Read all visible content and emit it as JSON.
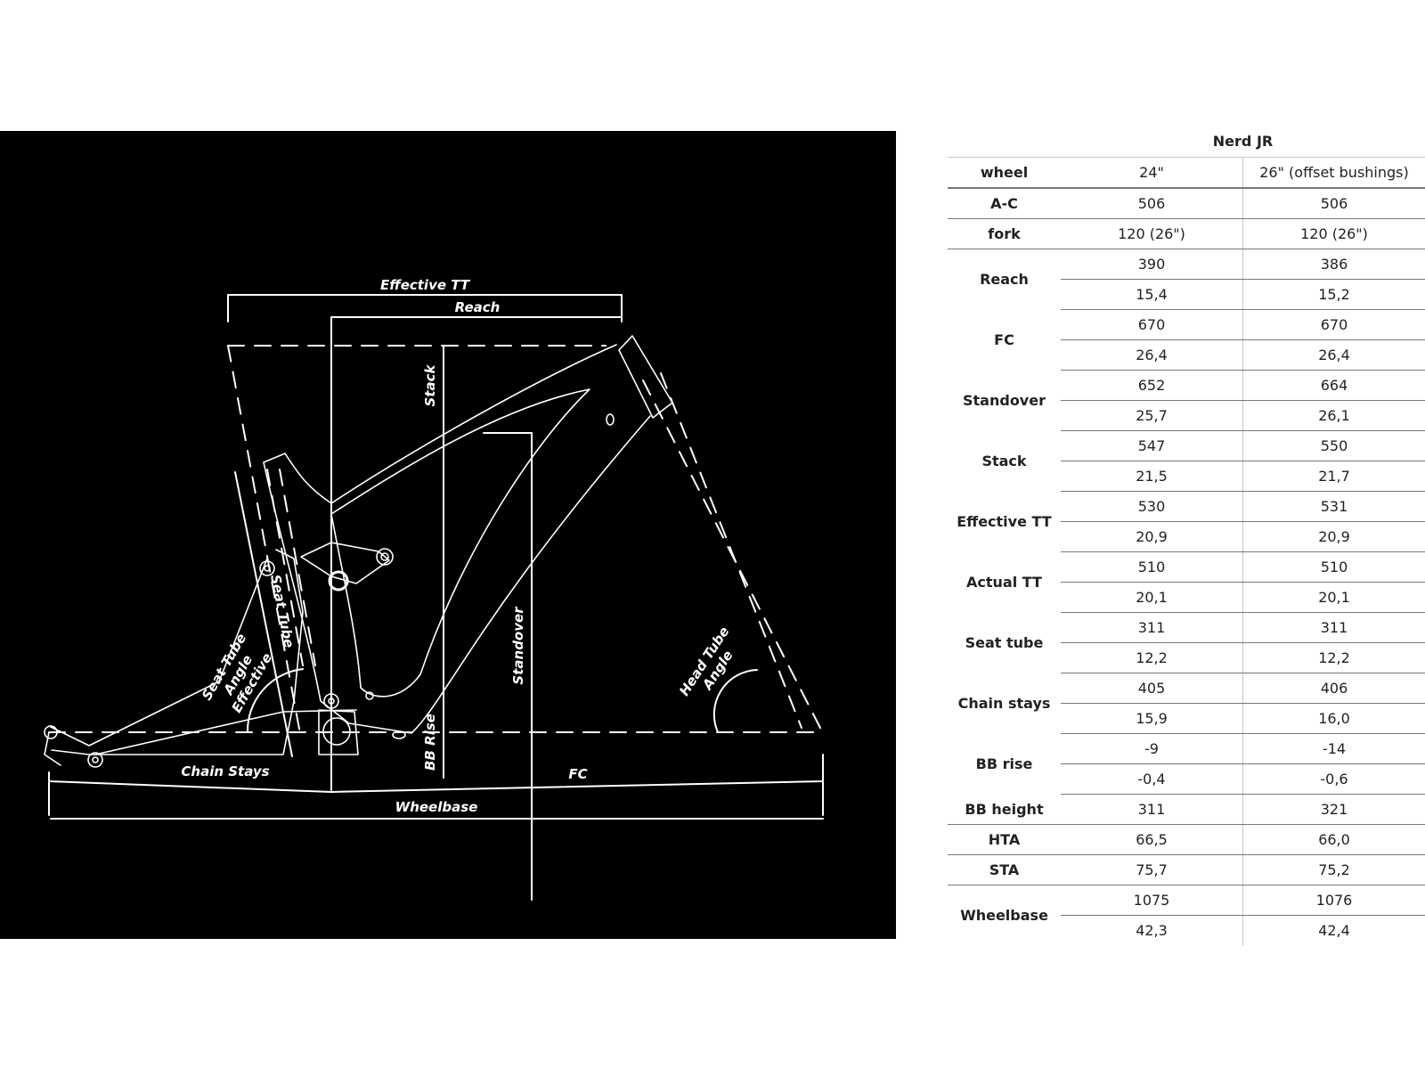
{
  "diagram": {
    "labels": {
      "effective_tt": "Effective TT",
      "reach": "Reach",
      "stack": "Stack",
      "standover": "Standover",
      "seat_tube": "Seat Tube",
      "seat_tube_angle_1": "Seat Tube",
      "seat_tube_angle_2": "Angle",
      "seat_tube_angle_3": "Effective",
      "head_tube_angle_1": "Head Tube",
      "head_tube_angle_2": "Angle",
      "bb_rise": "BB Rise",
      "chain_stays": "Chain Stays",
      "fc": "FC",
      "wheelbase": "Wheelbase"
    },
    "colors": {
      "background": "#000000",
      "lines": "#ffffff"
    }
  },
  "table": {
    "title": "Nerd JR",
    "rows": [
      {
        "label": "wheel",
        "values": [
          [
            "24\""
          ],
          [
            "26\" (offset bushings)"
          ]
        ]
      },
      {
        "label": "A-C",
        "values": [
          [
            "506"
          ],
          [
            "506"
          ]
        ]
      },
      {
        "label": "fork",
        "values": [
          [
            "120 (26\")"
          ],
          [
            "120 (26\")"
          ]
        ]
      },
      {
        "label": "Reach",
        "values": [
          [
            "390",
            "15,4"
          ],
          [
            "386",
            "15,2"
          ]
        ]
      },
      {
        "label": "FC",
        "values": [
          [
            "670",
            "26,4"
          ],
          [
            "670",
            "26,4"
          ]
        ]
      },
      {
        "label": "Standover",
        "values": [
          [
            "652",
            "25,7"
          ],
          [
            "664",
            "26,1"
          ]
        ]
      },
      {
        "label": "Stack",
        "values": [
          [
            "547",
            "21,5"
          ],
          [
            "550",
            "21,7"
          ]
        ]
      },
      {
        "label": "Effective TT",
        "values": [
          [
            "530",
            "20,9"
          ],
          [
            "531",
            "20,9"
          ]
        ]
      },
      {
        "label": "Actual TT",
        "values": [
          [
            "510",
            "20,1"
          ],
          [
            "510",
            "20,1"
          ]
        ]
      },
      {
        "label": "Seat tube",
        "values": [
          [
            "311",
            "12,2"
          ],
          [
            "311",
            "12,2"
          ]
        ]
      },
      {
        "label": "Chain stays",
        "values": [
          [
            "405",
            "15,9"
          ],
          [
            "406",
            "16,0"
          ]
        ]
      },
      {
        "label": "BB rise",
        "values": [
          [
            "-9",
            "-0,4"
          ],
          [
            "-14",
            "-0,6"
          ]
        ]
      },
      {
        "label": "BB height",
        "values": [
          [
            "311"
          ],
          [
            "321"
          ]
        ]
      },
      {
        "label": "HTA",
        "values": [
          [
            "66,5"
          ],
          [
            "66,0"
          ]
        ]
      },
      {
        "label": "STA",
        "values": [
          [
            "75,7"
          ],
          [
            "75,2"
          ]
        ]
      },
      {
        "label": "Wheelbase",
        "values": [
          [
            "1075",
            "42,3"
          ],
          [
            "1076",
            "42,4"
          ]
        ]
      }
    ]
  }
}
